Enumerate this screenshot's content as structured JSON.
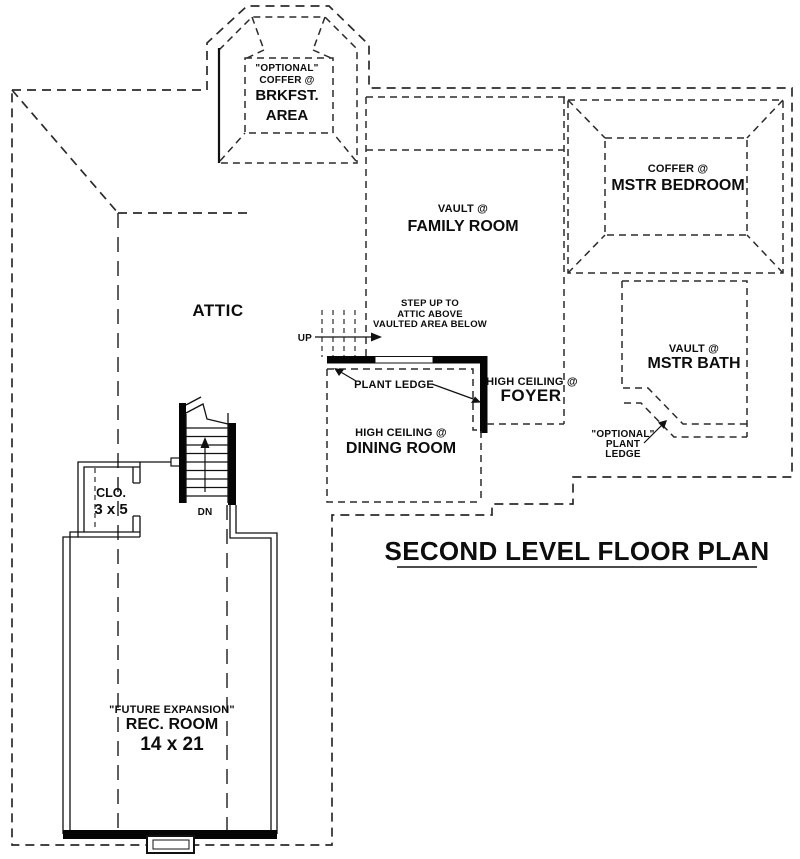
{
  "title": "SECOND LEVEL FLOOR PLAN",
  "rooms": {
    "brkfst": [
      "\"OPTIONAL\"",
      "COFFER @",
      "BRKFST.",
      "AREA"
    ],
    "family": [
      "VAULT @",
      "FAMILY ROOM"
    ],
    "bedroom": [
      "COFFER @",
      "MSTR BEDROOM"
    ],
    "attic": [
      "ATTIC"
    ],
    "bath": [
      "VAULT @",
      "MSTR BATH"
    ],
    "foyer": [
      "HIGH CEILING @",
      "FOYER"
    ],
    "dining": [
      "HIGH CEILING @",
      "DINING ROOM"
    ],
    "closet": [
      "CLO.",
      "3 x 5"
    ],
    "rec": [
      "\"FUTURE EXPANSION\"",
      "REC. ROOM",
      "14 x 21"
    ]
  },
  "annotations": {
    "step_up": [
      "STEP UP TO",
      "ATTIC ABOVE",
      "VAULTED AREA BELOW"
    ],
    "up": "UP",
    "dn": "DN",
    "plant_ledge": "PLANT LEDGE",
    "optional_ledge": [
      "\"OPTIONAL\"",
      "PLANT",
      "LEDGE"
    ]
  },
  "colors": {
    "line": "#2b2b2b",
    "wall": "#050505",
    "background": "#ffffff"
  }
}
